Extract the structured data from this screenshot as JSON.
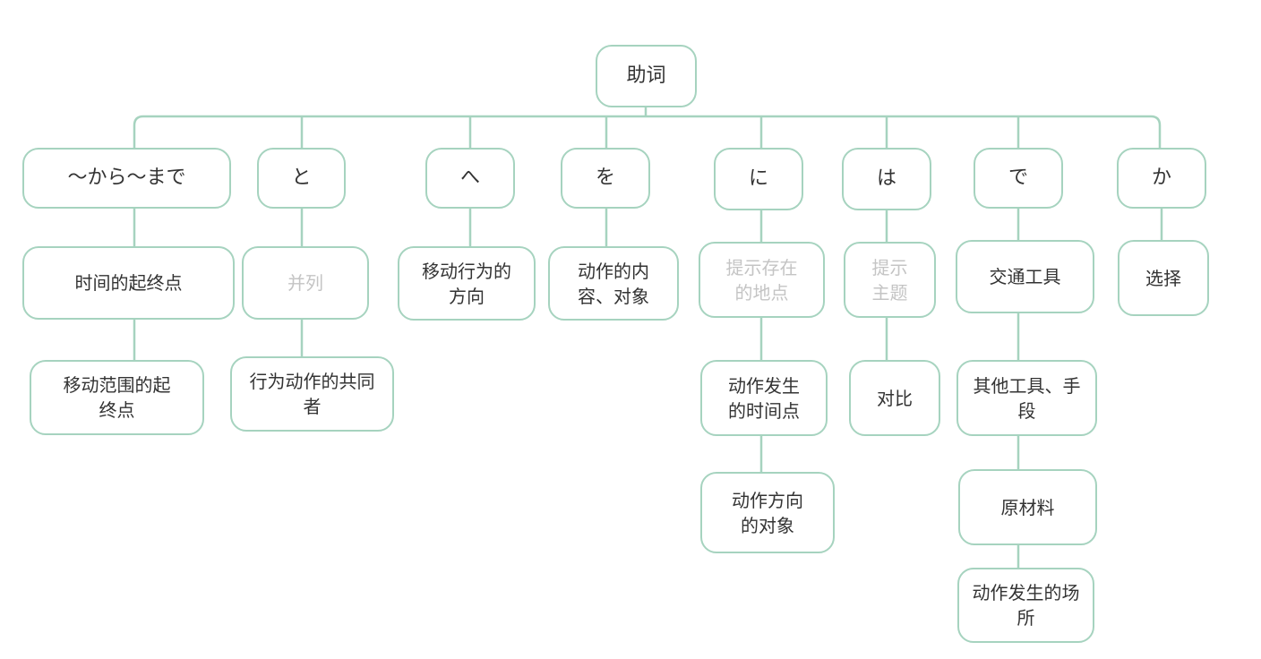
{
  "root": "助词",
  "particles": [
    {
      "label": "～から～まで",
      "meanings": [
        "时间的起终点",
        "移动范围的起终点"
      ]
    },
    {
      "label": "と",
      "meanings": [
        "并列",
        "行为动作的共同者"
      ]
    },
    {
      "label": "へ",
      "meanings": [
        "移动行为的方向"
      ]
    },
    {
      "label": "を",
      "meanings": [
        "动作的内容、对象"
      ]
    },
    {
      "label": "に",
      "meanings": [
        "提示存在的地点",
        "动作发生的时间点",
        "动作方向的对象"
      ]
    },
    {
      "label": "は",
      "meanings": [
        "提示主题",
        "对比"
      ]
    },
    {
      "label": "で",
      "meanings": [
        "交通工具",
        "其他工具、手段",
        "原材料",
        "动作发生的场所"
      ]
    },
    {
      "label": "か",
      "meanings": [
        "选择"
      ]
    }
  ],
  "colors": {
    "border": "#a6d3bf",
    "text": "#333333",
    "faded_text": "#c4c4c4"
  }
}
